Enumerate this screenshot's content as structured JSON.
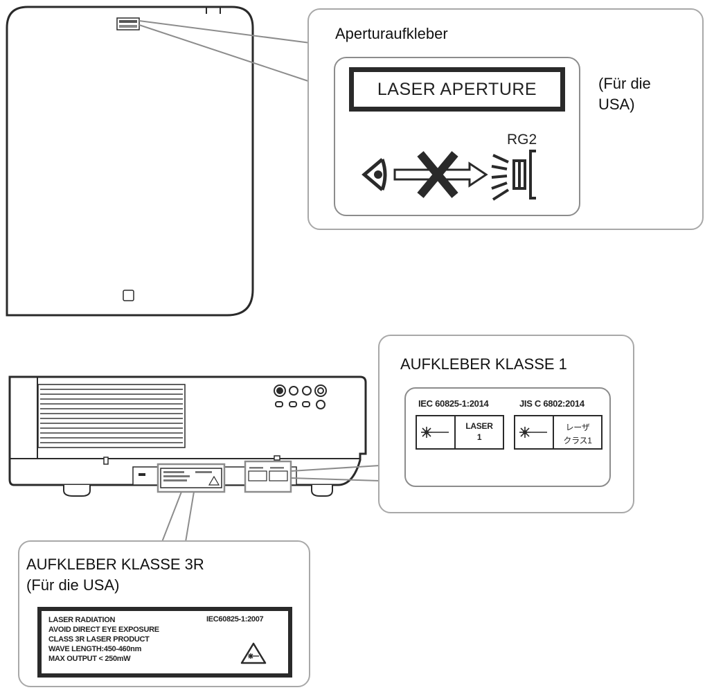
{
  "aperture_label": {
    "title": "Aperturaufkleber",
    "sign_text": "LASER APERTURE",
    "rg_label": "RG2",
    "region_note_line1": "(Für die",
    "region_note_line2": "USA)"
  },
  "class1_label": {
    "title": "AUFKLEBER KLASSE 1",
    "iec_standard": "IEC 60825-1:2014",
    "jis_standard": "JIS C 6802:2014",
    "iec_box_line1": "LASER",
    "iec_box_line2": "1",
    "jis_box_line1": "レーザ",
    "jis_box_line2": "クラス1"
  },
  "class3r_label": {
    "title": "AUFKLEBER KLASSE 3R",
    "subtitle": "(Für die USA)",
    "line1": "LASER RADIATION",
    "line2": "AVOID DIRECT EYE EXPOSURE",
    "line3": "CLASS 3R LASER PRODUCT",
    "line4": "WAVE LENGTH:450-460nm",
    "line5": "MAX OUTPUT  < 250mW",
    "standard": "IEC60825-1:2007"
  },
  "colors": {
    "outline": "#2a2a2a",
    "callout_border": "#a8a8a8",
    "vent": "#6a6a6a"
  }
}
